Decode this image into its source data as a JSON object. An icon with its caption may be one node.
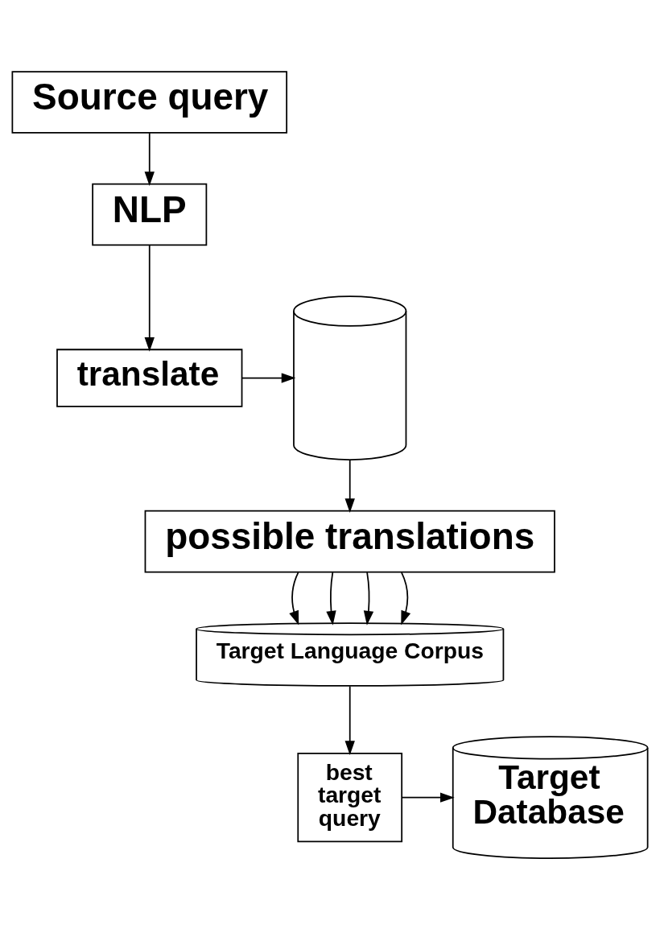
{
  "diagram": {
    "nodes": [
      {
        "text": [
          "Source query"
        ]
      },
      {
        "text": [
          "NLP"
        ]
      },
      {
        "text": [
          "translate"
        ]
      },
      {
        "text": [],
        "shape": "cylinder"
      },
      {
        "text": [
          "possible translations"
        ]
      },
      {
        "text": [
          "Target Language Corpus"
        ]
      },
      {
        "text": [
          "best target query"
        ]
      },
      {
        "text": [
          "Target Database"
        ]
      }
    ],
    "edges": [
      {
        "from": 0,
        "to": 1,
        "arrow": "to"
      },
      {
        "from": 1,
        "to": 2,
        "arrow": "to"
      },
      {
        "from": 2,
        "to": 3,
        "arrow": "to"
      },
      {
        "from": 3,
        "to": 4,
        "arrow": "to"
      },
      {
        "from": 4,
        "to": 5,
        "arrow": "to"
      },
      {
        "from": 4,
        "to": 5,
        "arrow": "to"
      },
      {
        "from": 4,
        "to": 5,
        "arrow": "to"
      },
      {
        "from": 4,
        "to": 5,
        "arrow": "to"
      },
      {
        "from": 5,
        "to": 6,
        "arrow": "to"
      },
      {
        "from": 6,
        "to": 7,
        "arrow": "to"
      }
    ]
  }
}
